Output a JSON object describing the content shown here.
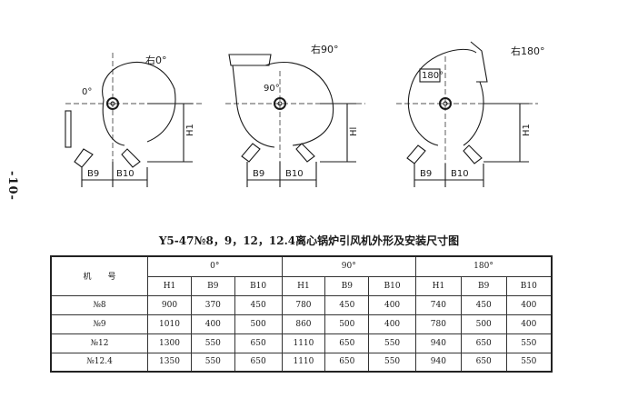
{
  "page_number": "-10-",
  "drawings": [
    {
      "angle_label": "右0°",
      "inner_angle": "0°",
      "dim_h": "H1",
      "dim_b9": "B9",
      "dim_b10": "B10"
    },
    {
      "angle_label": "右90°",
      "inner_angle": "90°",
      "dim_h": "Hl",
      "dim_b9": "B9",
      "dim_b10": "B10"
    },
    {
      "angle_label": "右180°",
      "inner_angle": "180°",
      "dim_h": "H1",
      "dim_b9": "B9",
      "dim_b10": "B10"
    }
  ],
  "caption": "Y5-47№8，9，12，12.4离心锅炉引风机外形及安装尺寸图",
  "table": {
    "model_header": "机　　号",
    "groups": [
      "0°",
      "90°",
      "180°"
    ],
    "subheaders": [
      "H1",
      "B9",
      "B10",
      "H1",
      "B9",
      "B10",
      "H1",
      "B9",
      "B10"
    ],
    "rows": [
      {
        "model": "№8",
        "values": [
          "900",
          "370",
          "450",
          "780",
          "450",
          "400",
          "740",
          "450",
          "400"
        ]
      },
      {
        "model": "№9",
        "values": [
          "1010",
          "400",
          "500",
          "860",
          "500",
          "400",
          "780",
          "500",
          "400"
        ]
      },
      {
        "model": "№12",
        "values": [
          "1300",
          "550",
          "650",
          "1110",
          "650",
          "550",
          "940",
          "650",
          "550"
        ]
      },
      {
        "model": "№12.4",
        "values": [
          "1350",
          "550",
          "650",
          "1110",
          "650",
          "550",
          "940",
          "650",
          "550"
        ]
      }
    ]
  }
}
